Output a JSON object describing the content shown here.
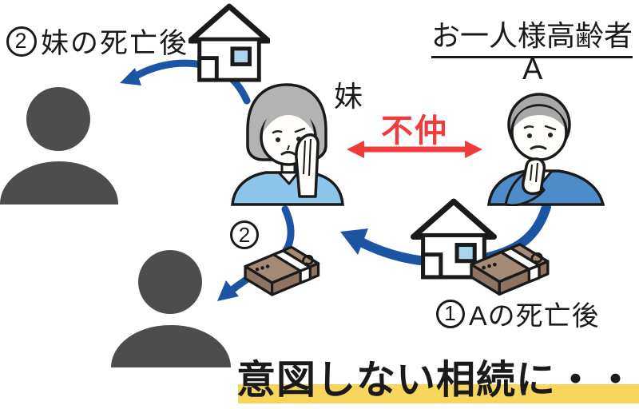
{
  "texts": {
    "title": "お一人様高齢者",
    "person_a": "A",
    "sister": "妹",
    "relationship": "不仲",
    "conclusion": "意図しない相続に・・・"
  },
  "steps": {
    "after_a_death": {
      "num": "1",
      "label": "Aの死亡後"
    },
    "after_sister_death": {
      "num": "2",
      "label": "妹の死亡後"
    },
    "money_to_heir": {
      "num": "2"
    }
  },
  "icons": [
    "house-icon",
    "money-stack-icon",
    "person-silhouette-icon",
    "curved-arrow-icon",
    "double-arrow-icon",
    "woman-illustration",
    "man-illustration"
  ],
  "colors": {
    "paper": "#ffffff",
    "ink": "#1a1a1a",
    "arrow_blue": "#1d55a5",
    "accent_red": "#ee3b3b",
    "highlight_yellow": "#f8d65e",
    "silhouette_gray": "#4d4d4d",
    "hair_gray_woman": "#b3b3b3",
    "hair_gray_man": "#a8a8a8",
    "skin": "#fffefb",
    "shirt_light_blue": "#8cc5e9",
    "sweater_blue": "#4e8bc9",
    "window_blue": "#a9d5ef",
    "money_brown": "#a58a75",
    "money_brown_dark": "#8d7360"
  }
}
